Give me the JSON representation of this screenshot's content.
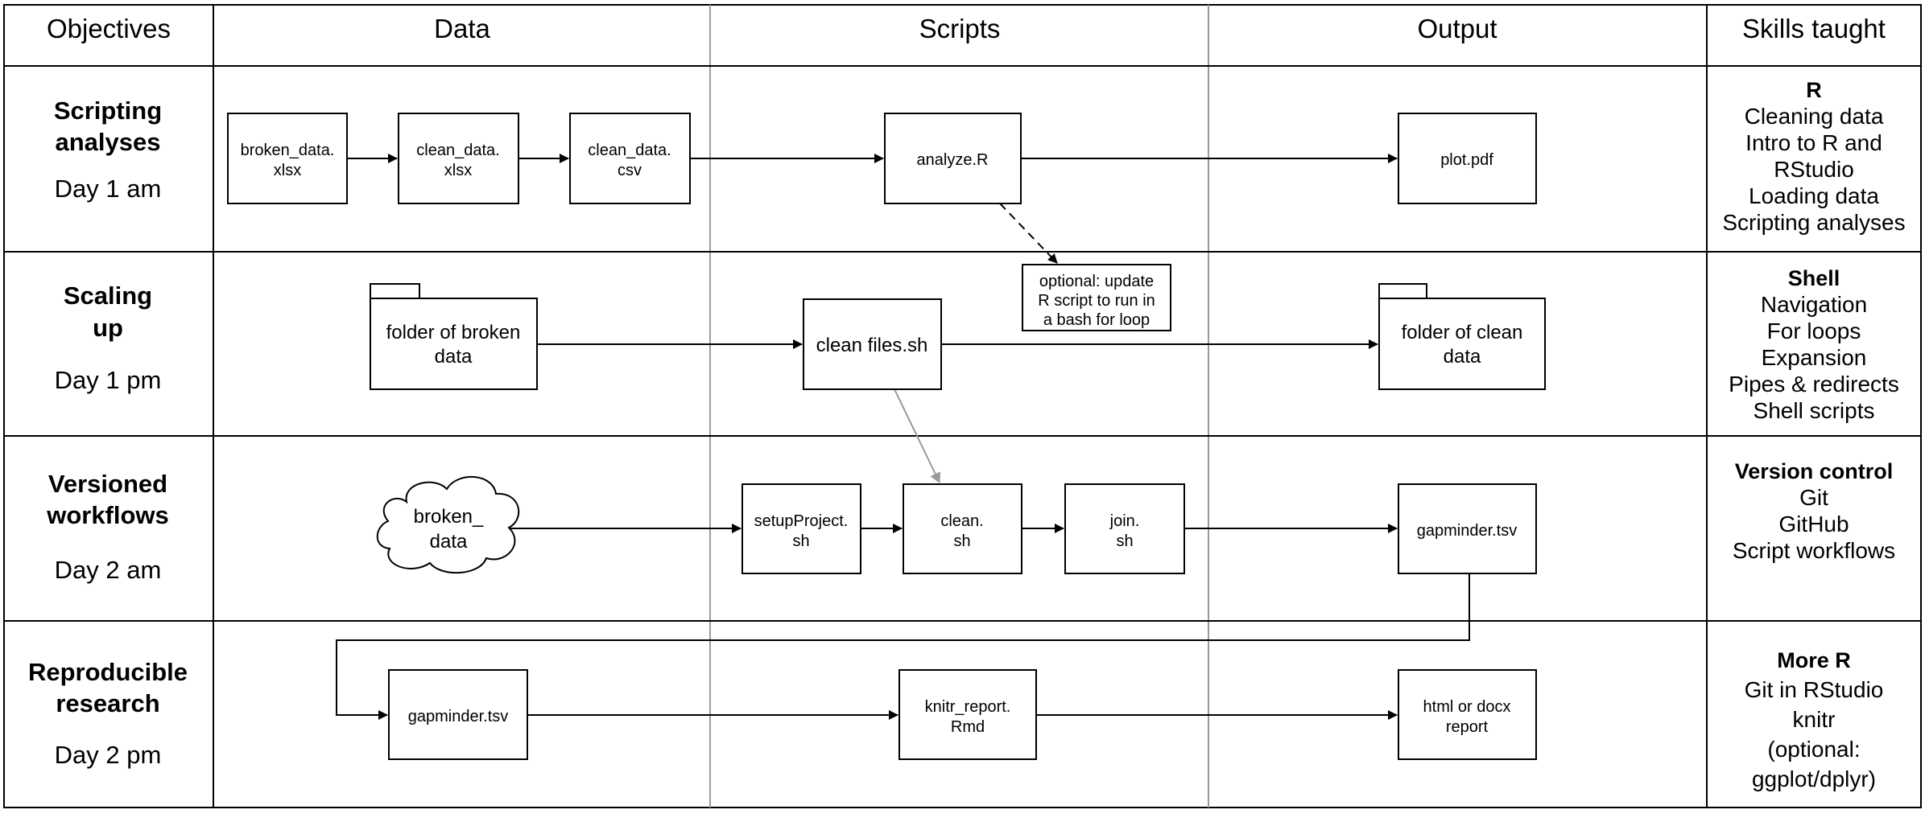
{
  "headers": {
    "objectives": "Objectives",
    "data": "Data",
    "scripts": "Scripts",
    "output": "Output",
    "skills": "Skills taught"
  },
  "rows": [
    {
      "title_lines": [
        "Scripting",
        "analyses"
      ],
      "day": "Day 1 am",
      "skills_title": "R",
      "skills": [
        "Cleaning data",
        "Intro to R and",
        "RStudio",
        "Loading data",
        "Scripting analyses"
      ]
    },
    {
      "title_lines": [
        "Scaling",
        "up"
      ],
      "day": "Day 1 pm",
      "skills_title": "Shell",
      "skills": [
        "Navigation",
        "For loops",
        "Expansion",
        "Pipes & redirects",
        "Shell scripts"
      ]
    },
    {
      "title_lines": [
        "Versioned",
        "workflows"
      ],
      "day": "Day 2 am",
      "skills_title": "Version control",
      "skills": [
        "Git",
        "GitHub",
        "Script workflows"
      ]
    },
    {
      "title_lines": [
        "Reproducible",
        "research"
      ],
      "day": "Day 2 pm",
      "skills_title": "More R",
      "skills": [
        "Git in RStudio",
        "knitr",
        "(optional:",
        "ggplot/dplyr)"
      ]
    }
  ],
  "nodes": {
    "broken_data_xlsx": [
      "broken_data.",
      "xlsx"
    ],
    "clean_data_xlsx": [
      "clean_data.",
      "xlsx"
    ],
    "clean_data_csv": [
      "clean_data.",
      "csv"
    ],
    "analyze_r": [
      "analyze.R"
    ],
    "plot_pdf": [
      "plot.pdf"
    ],
    "optional_note": [
      "optional: update",
      "R script to run in",
      "a bash for loop"
    ],
    "folder_broken": [
      "folder of broken",
      "data"
    ],
    "clean_files_sh": [
      "clean files.sh"
    ],
    "folder_clean": [
      "folder of clean",
      "data"
    ],
    "broken_cloud": [
      "broken_",
      "data"
    ],
    "setup_project_sh": [
      "setupProject.",
      "sh"
    ],
    "clean_sh": [
      "clean.",
      "sh"
    ],
    "join_sh": [
      "join.",
      "sh"
    ],
    "gapminder_out": [
      "gapminder.tsv"
    ],
    "gapminder_in": [
      "gapminder.tsv"
    ],
    "knitr_report": [
      "knitr_report.",
      "Rmd"
    ],
    "html_docx_report": [
      "html or docx",
      "report"
    ]
  }
}
